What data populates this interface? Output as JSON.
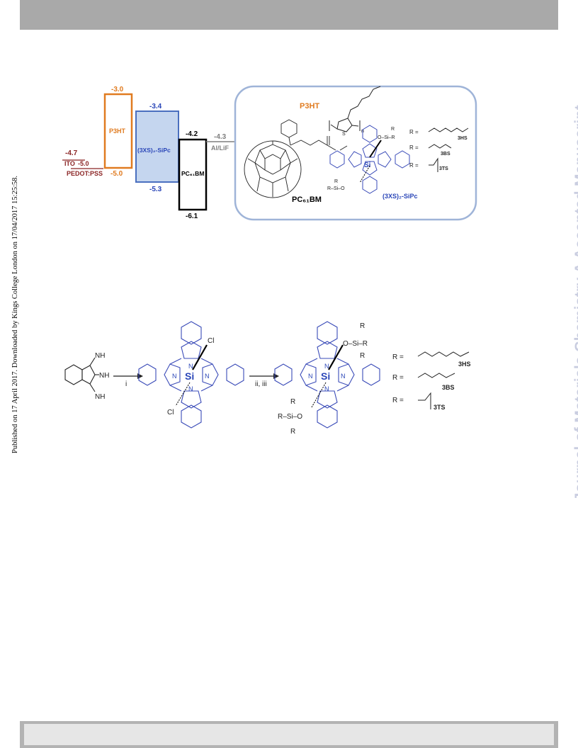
{
  "side_note": "Published on 17 April 2017. Downloaded by Kings College London on 17/04/2017 15:25:58.",
  "watermark": "Journal of Materials Chemistry A Accepted Manuscript",
  "energy_diagram": {
    "ito_value": "-4.7",
    "ito_label": "ITO",
    "pedot_value": "-5.0",
    "pedot_label": "PEDOT:PSS",
    "p3ht_top": "-3.0",
    "p3ht_bottom": "-5.0",
    "p3ht_label": "P3HT",
    "sipc_top": "-3.4",
    "sipc_bottom": "-5.3",
    "sipc_label": "(3XS)₂-SiPc",
    "pcbm_top": "-4.2",
    "pcbm_bottom": "-6.1",
    "pcbm_label": "PC₆₁BM",
    "cathode_value": "-4.3",
    "cathode_label": "Al/LiF",
    "colors": {
      "p3ht": "#e07b20",
      "sipc": "#2a46b8",
      "pcbm": "#000000",
      "ito": "#8b2525",
      "cathode": "#7f7f7f"
    }
  },
  "structures_box": {
    "p3ht_label": "P3HT",
    "thiophene_s": "S",
    "n_subscript": "n",
    "pcbm_label": "PC₆₁BM",
    "sipc_label": "(3XS)₂-SiPc",
    "si_center": "Si",
    "r_eq_1": "R =",
    "r_eq_2": "R =",
    "r_eq_3": "R =",
    "hs": "3HS",
    "bs": "3BS",
    "ts": "3TS",
    "osir3_top": "O–Si–R",
    "r_letter": "R",
    "osir3_bottom": "R–Si–O"
  },
  "scheme": {
    "nh_top": "NH",
    "nh_mid": "NH",
    "nh_bottom": "NH",
    "step1": "i",
    "step2": "ii, iii",
    "cl_top": "Cl",
    "cl_bottom": "Cl",
    "si_1": "Si",
    "si_2": "Si",
    "n_label": "N",
    "r_eq_1": "R =",
    "r_eq_2": "R =",
    "r_eq_3": "R =",
    "hs": "3HS",
    "bs": "3BS",
    "ts": "3TS",
    "osi_top": "O–Si–R",
    "r_letter": "R",
    "osi_bottom": "R–Si–O"
  }
}
